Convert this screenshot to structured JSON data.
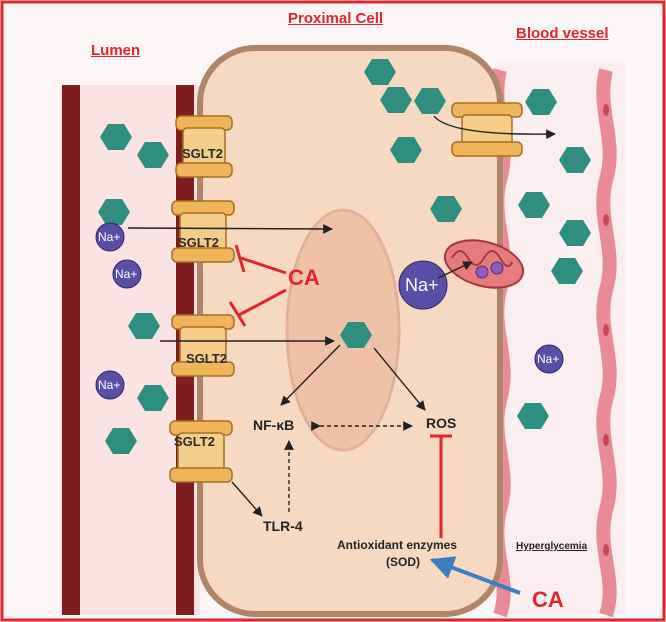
{
  "labels": {
    "lumen": "Lumen",
    "proximal_cell": "Proximal Cell",
    "blood_vessel": "Blood vessel",
    "sglt2": "SGLT2",
    "sodium": "Na+",
    "ca": "CA",
    "nfkb": "NF-κB",
    "ros": "ROS",
    "tlr4": "TLR-4",
    "antioxidant": "Antioxidant enzymes",
    "sod": "(SOD)",
    "hyperglycemia": "Hyperglycemia"
  },
  "colors": {
    "border": "#e0262a",
    "inhibit": "#e0262a",
    "lumen_wall": "#7e1e1e",
    "cell_fill": "#f7d9c2",
    "nucleus_fill": "#efc2a8",
    "glucose": "#2e8f80",
    "sodium_ion": "#5a4fa8",
    "sglt2": "#f0b55b",
    "ca_arrow": "#3a7fc4"
  }
}
